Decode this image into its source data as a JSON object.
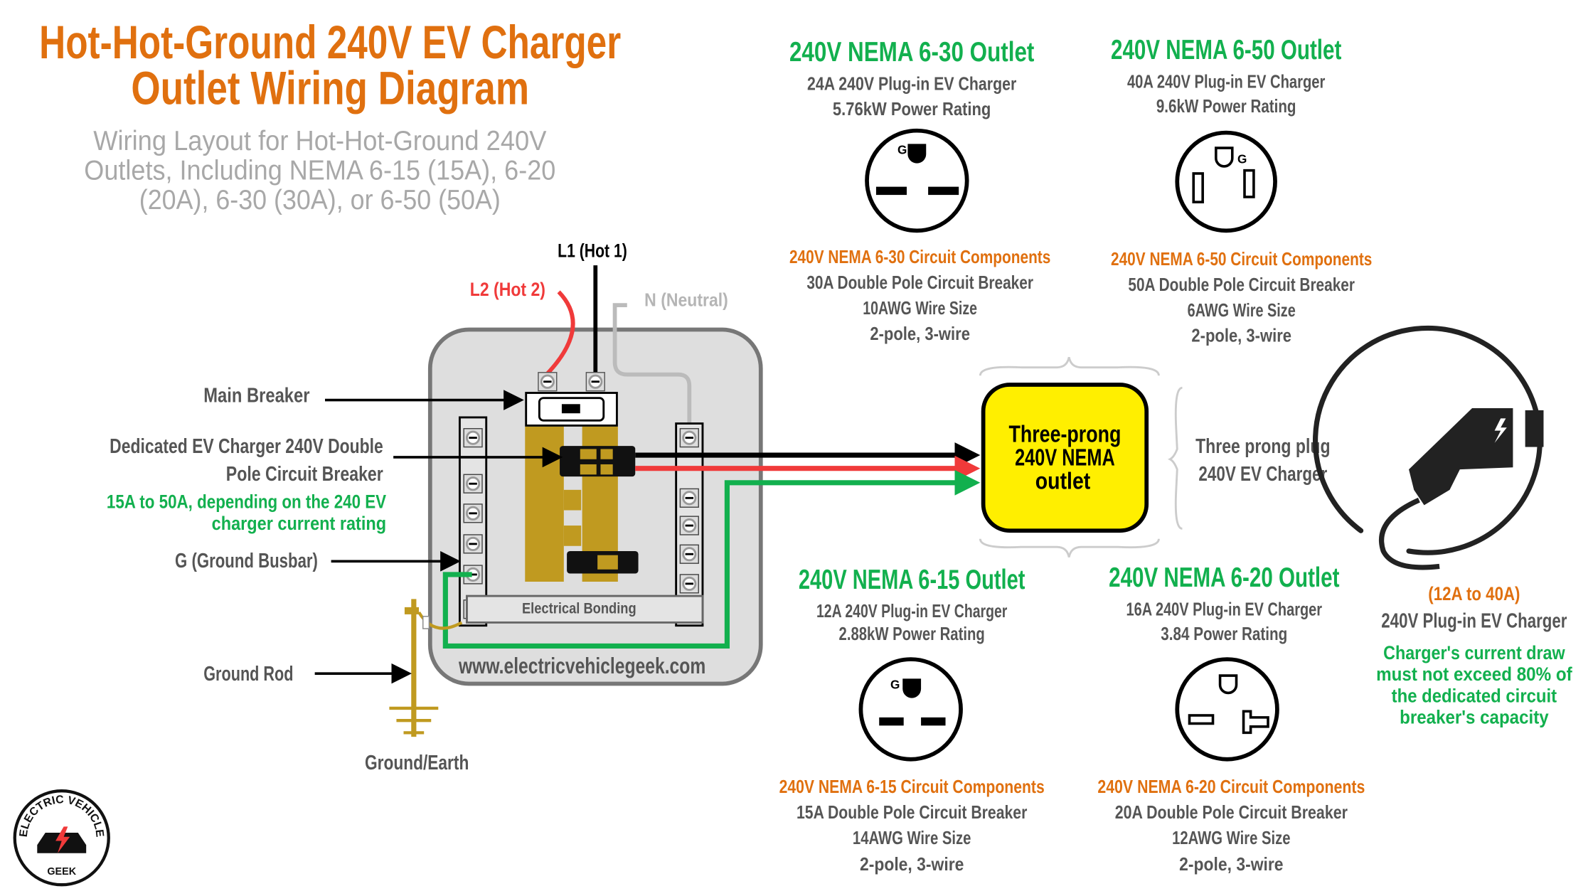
{
  "title": {
    "line1": "Hot-Hot-Ground 240V EV Charger",
    "line2": "Outlet Wiring Diagram"
  },
  "subtitle": {
    "line1": "Wiring Layout for Hot-Hot-Ground 240V",
    "line2": "Outlets, Including NEMA 6-15 (15A), 6-20",
    "line3": "(20A), 6-30 (30A), or 6-50 (50A)"
  },
  "outlets": [
    {
      "title": "240V NEMA 6-30 Outlet",
      "charger": "24A 240V Plug-in EV Charger",
      "power": "5.76kW Power Rating",
      "components_title": "240V NEMA 6-30 Circuit Components",
      "breaker": "30A Double Pole Circuit Breaker",
      "wire": "10AWG Wire Size",
      "poles": "2-pole, 3-wire",
      "ground_mark": "G"
    },
    {
      "title": "240V NEMA 6-50 Outlet",
      "charger": "40A 240V Plug-in EV Charger",
      "power": "9.6kW Power Rating",
      "components_title": "240V NEMA 6-50 Circuit Components",
      "breaker": "50A Double Pole Circuit Breaker",
      "wire": "6AWG Wire Size",
      "poles": "2-pole, 3-wire",
      "ground_mark": "G"
    },
    {
      "title": "240V NEMA 6-15 Outlet",
      "charger": "12A 240V Plug-in EV Charger",
      "power": "2.88kW Power Rating",
      "components_title": "240V NEMA 6-15 Circuit Components",
      "breaker": "15A Double Pole Circuit Breaker",
      "wire": "14AWG Wire Size",
      "poles": "2-pole, 3-wire",
      "ground_mark": "G"
    },
    {
      "title": "240V NEMA 6-20 Outlet",
      "charger": "16A 240V Plug-in EV Charger",
      "power": "3.84 Power Rating",
      "components_title": "240V NEMA 6-20 Circuit Components",
      "breaker": "20A Double Pole Circuit Breaker",
      "wire": "12AWG Wire Size",
      "poles": "2-pole, 3-wire"
    }
  ],
  "panel": {
    "l1": "L1 (Hot 1)",
    "l2": "L2 (Hot 2)",
    "neutral": "N (Neutral)",
    "main_breaker": "Main Breaker",
    "ev_breaker_1": "Dedicated EV Charger 240V Double",
    "ev_breaker_2": "Pole Circuit Breaker",
    "ev_breaker_note_1": "15A to 50A, depending on the 240 EV",
    "ev_breaker_note_2": "charger current rating",
    "ground_busbar": "G (Ground Busbar)",
    "ground_rod": "Ground Rod",
    "ground_earth": "Ground/Earth",
    "bonding": "Electrical Bonding",
    "website": "www.electricvehiclegeek.com"
  },
  "outlet_box": {
    "line1": "Three-prong",
    "line2": "240V NEMA",
    "line3": "outlet"
  },
  "plug": {
    "line1": "Three prong plug",
    "line2": "240V EV Charger"
  },
  "charger": {
    "range": "(12A to 40A)",
    "label": "240V Plug-in EV Charger",
    "note1": "Charger's current draw",
    "note2": "must not exceed 80% of",
    "note3": "the dedicated circuit",
    "note4": "breaker's capacity"
  },
  "logo": {
    "top": "ELECTRIC VEHICLE",
    "bottom": "GEEK"
  },
  "colors": {
    "orange": "#e0700f",
    "green": "#12b04e",
    "red": "#f03a3a",
    "yellow": "#ffef00",
    "gold": "#c09a20"
  }
}
